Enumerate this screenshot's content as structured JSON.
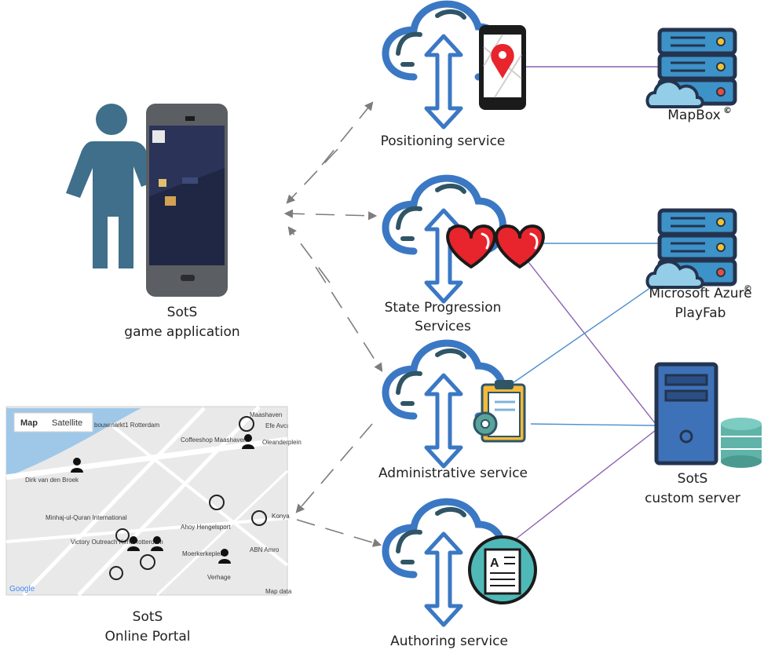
{
  "colors": {
    "cloud_blue": "#3b78c4",
    "cloud_dark": "#2f5566",
    "server_blue": "#3d92c8",
    "server_dark": "#24344f",
    "line_blue": "#4f8fd0",
    "line_purple": "#8a60b0",
    "arrow_gray": "#7d7d7d",
    "person": "#3f6f8a",
    "heart_red": "#e8242c",
    "db_teal": "#5fb3a8"
  },
  "game_app": {
    "line1": "SotS",
    "line2": "game application"
  },
  "portal": {
    "line1": "SotS",
    "line2": "Online Portal",
    "map_button": "Map",
    "satellite_button": "Satellite",
    "places": [
      "Maashaven",
      "bouwmarkt1\nRotterdam",
      "Coffeeshop Maashaven",
      "Dirk van den Broek",
      "Minhaj-ul-Quran International",
      "Victory Outreach Kerk Rotterdam",
      "Ahoy Hengelsport",
      "ABN Amro",
      "Moerkerkeplein",
      "Verhage",
      "Konya",
      "Oleanderplein",
      "Efe Avcı"
    ],
    "google_label": "Google",
    "map_data_label": "Map data"
  },
  "services": {
    "positioning": "Positioning service",
    "state_line1": "State Progression",
    "state_line2": "Services",
    "administrative": "Administrative service",
    "authoring": "Authoring service"
  },
  "providers": {
    "mapbox": "MapBox",
    "mapbox_mark": "©",
    "azure_line1": "Microsoft Azure",
    "azure_mark": "©",
    "azure_line2": "PlayFab",
    "custom_line1": "SotS",
    "custom_line2": "custom server"
  }
}
